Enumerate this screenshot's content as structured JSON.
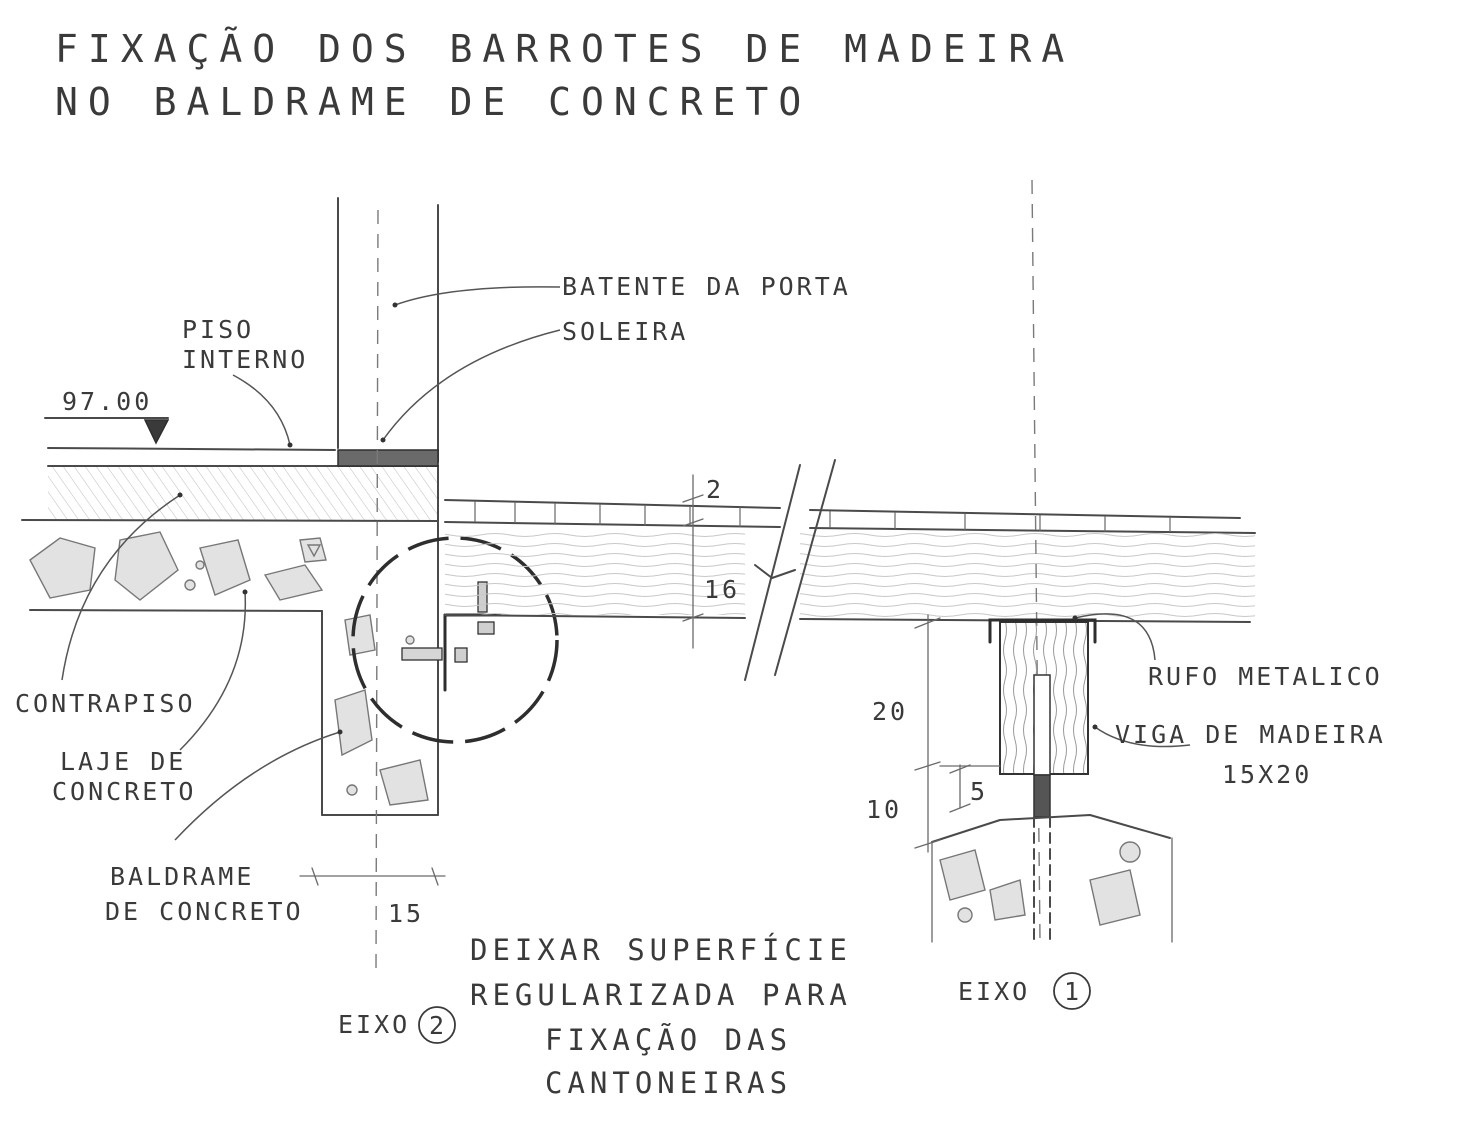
{
  "title": {
    "line1": "FIXAÇÃO DOS BARROTES DE MADEIRA",
    "line2": "NO BALDRAME DE CONCRETO"
  },
  "labels": {
    "batente": "BATENTE DA PORTA",
    "soleira": "SOLEIRA",
    "piso1": "PISO",
    "piso2": "INTERNO",
    "level": "97.00",
    "contrapiso": "CONTRAPISO",
    "laje1": "LAJE DE",
    "laje2": "CONCRETO",
    "baldrame1": "BALDRAME",
    "baldrame2": "DE CONCRETO",
    "rufo": "RUFO METALICO",
    "viga1": "VIGA DE MADEIRA",
    "viga2": "15X20",
    "eixo1_text": "EIXO",
    "eixo1_num": "1",
    "eixo2_text": "EIXO",
    "eixo2_num": "2"
  },
  "dimensions": {
    "d2": "2",
    "d16": "16",
    "d20": "20",
    "d5": "5",
    "d10": "10",
    "d15": "15"
  },
  "note": {
    "line1": "DEIXAR SUPERFÍCIE",
    "line2": "REGULARIZADA PARA",
    "line3": "FIXAÇÃO DAS",
    "line4": "CANTONEIRAS"
  },
  "colors": {
    "pencil": "#3a3a3a",
    "paper": "#ffffff",
    "fill_light": "#e2e2e2"
  }
}
